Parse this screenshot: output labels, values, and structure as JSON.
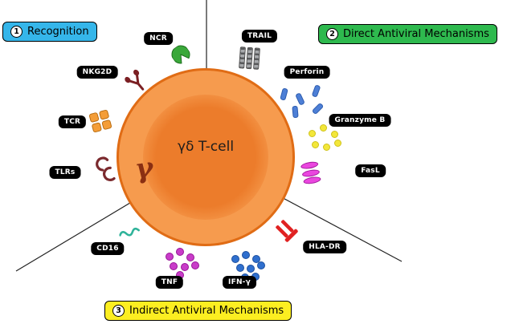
{
  "cell": {
    "label": "γδ T-cell",
    "receptor_glyph": "γ"
  },
  "sections": {
    "recognition": {
      "number": "1",
      "label": "Recognition",
      "color": "#35b6ea"
    },
    "direct": {
      "number": "2",
      "label": "Direct Antiviral Mechanisms",
      "color": "#2eb94e"
    },
    "indirect": {
      "number": "3",
      "label": "Indirect Antiviral Mechanisms",
      "color": "#fcee21"
    }
  },
  "molecules": {
    "ncr": {
      "label": "NCR",
      "icon": "pacman-receptor-icon",
      "color": "#3aa83a"
    },
    "trail": {
      "label": "TRAIL",
      "icon": "striped-bars-icon",
      "color": "#a7a9ac"
    },
    "nkg2d": {
      "label": "NKG2D",
      "icon": "dimer-receptor-icon",
      "color": "#7b1f23"
    },
    "perforin": {
      "label": "Perforin",
      "icon": "scattered-pills-icon",
      "color": "#4d7fd6"
    },
    "tcr": {
      "label": "TCR",
      "icon": "square-cluster-icon",
      "color": "#f49d37"
    },
    "granzyme_b": {
      "label": "Granzyme B",
      "icon": "dot-cluster-icon",
      "color": "#f3e73a"
    },
    "tlrs": {
      "label": "TLRs",
      "icon": "horseshoe-icon",
      "color": "#7b2a2e"
    },
    "fasl": {
      "label": "FasL",
      "icon": "stacked-ellipses-icon",
      "color": "#ea46df"
    },
    "cd16": {
      "label": "CD16",
      "icon": "squiggle-icon",
      "color": "#2fb39a"
    },
    "hla_dr": {
      "label": "HLA-DR",
      "icon": "mhc-receptor-icon",
      "color": "#e02222"
    },
    "tnf": {
      "label": "TNF",
      "icon": "dot-cluster-icon",
      "color": "#c93cc9"
    },
    "ifn_gamma": {
      "label": "IFN-γ",
      "icon": "dot-cluster-icon",
      "color": "#2f6fce"
    }
  },
  "cell_colors": {
    "outer": "#f69b4e",
    "inner": "#ec7c2b",
    "border": "#e06c15"
  }
}
